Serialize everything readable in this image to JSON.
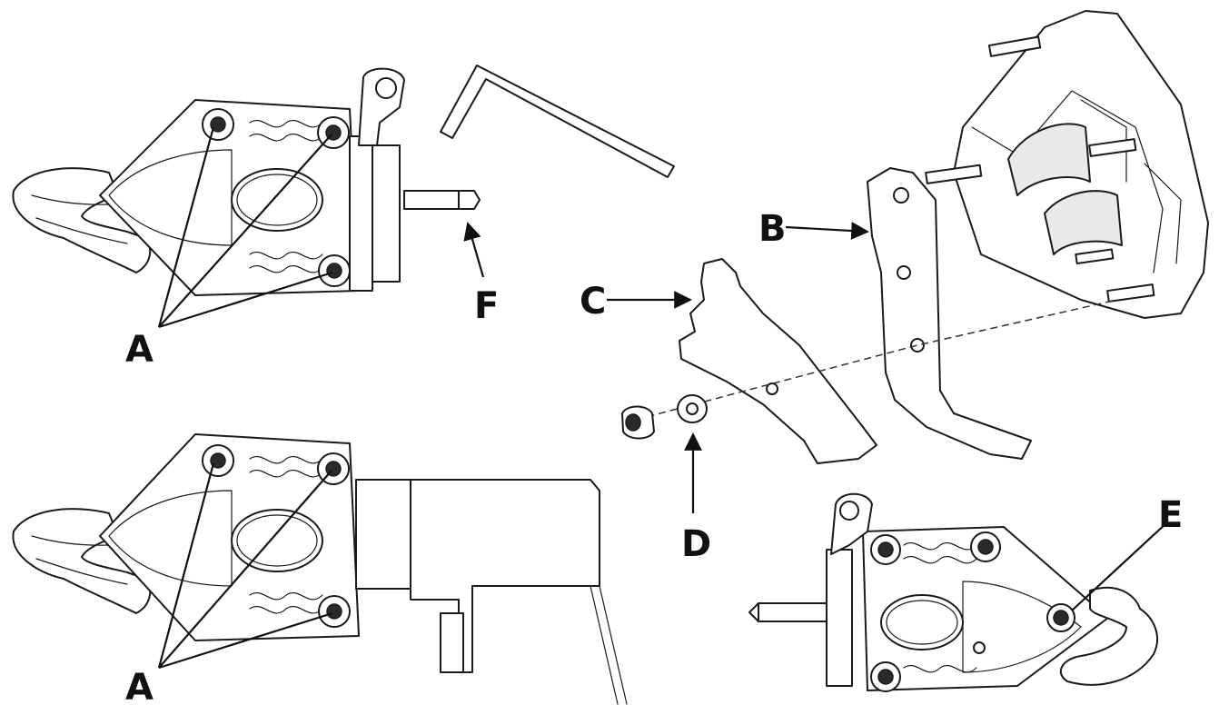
{
  "diagram": {
    "callouts": {
      "a_top": "A",
      "a_bottom": "A",
      "b": "B",
      "c": "C",
      "d": "D",
      "e": "E",
      "f": "F"
    }
  }
}
